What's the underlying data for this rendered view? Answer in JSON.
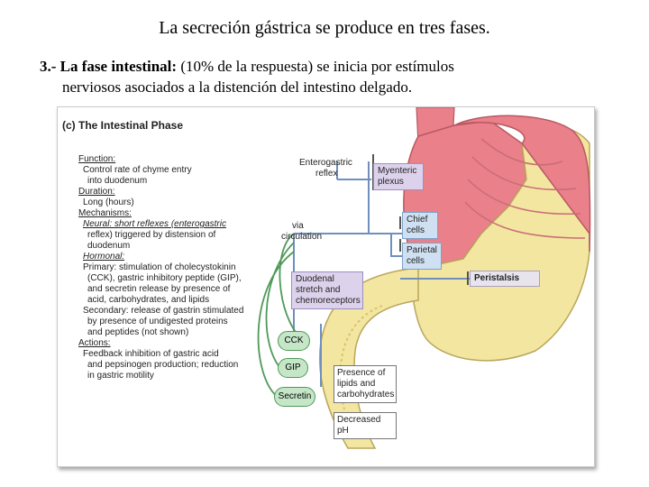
{
  "slide": {
    "title": "La secreción gástrica se produce en tres fases.",
    "point_number": "3.-",
    "point_bold": "La fase intestinal:",
    "point_line1": "(10% de la respuesta) se inicia por estímulos",
    "point_line2": "nerviosos asociados a la distención del intestino delgado."
  },
  "figure": {
    "heading": "(c) The Intestinal Phase",
    "left_text": [
      {
        "text": "Function:",
        "style": "und",
        "indent": 0
      },
      {
        "text": "Control rate of chyme entry",
        "style": "",
        "indent": 1
      },
      {
        "text": "into duodenum",
        "style": "",
        "indent": 2
      },
      {
        "text": "Duration:",
        "style": "und",
        "indent": 0
      },
      {
        "text": "Long (hours)",
        "style": "",
        "indent": 1
      },
      {
        "text": "Mechanisms:",
        "style": "und",
        "indent": 0
      },
      {
        "text": "Neural: short reflexes (enterogastric",
        "style": "ital",
        "indent": 1
      },
      {
        "text": "reflex) triggered by distension of",
        "style": "",
        "indent": 2
      },
      {
        "text": "duodenum",
        "style": "",
        "indent": 2
      },
      {
        "text": "Hormonal:",
        "style": "ital",
        "indent": 1
      },
      {
        "text": "Primary: stimulation of cholecystokinin",
        "style": "",
        "indent": 1
      },
      {
        "text": "(CCK), gastric inhibitory peptide (GIP),",
        "style": "",
        "indent": 2
      },
      {
        "text": "and secretin release by presence of",
        "style": "",
        "indent": 2
      },
      {
        "text": "acid, carbohydrates, and lipids",
        "style": "",
        "indent": 2
      },
      {
        "text": "Secondary: release of gastrin stimulated",
        "style": "",
        "indent": 1
      },
      {
        "text": "by presence of undigested proteins",
        "style": "",
        "indent": 2
      },
      {
        "text": "and peptides (not shown)",
        "style": "",
        "indent": 2
      },
      {
        "text": "Actions:",
        "style": "und",
        "indent": 0
      },
      {
        "text": "Feedback inhibition of gastric acid",
        "style": "",
        "indent": 1
      },
      {
        "text": "and pepsinogen production; reduction",
        "style": "",
        "indent": 2
      },
      {
        "text": "in gastric motility",
        "style": "",
        "indent": 2
      }
    ],
    "enterogastric_line1": "Enterogastric",
    "enterogastric_line2": "reflex",
    "myenteric_line1": "Myenteric",
    "myenteric_line2": "plexus",
    "chief_line1": "Chief",
    "chief_line2": "cells",
    "parietal_line1": "Parietal",
    "parietal_line2": "cells",
    "peristalsis": "Peristalsis",
    "via_line1": "via",
    "via_line2": "circulation",
    "duodenal_line1": "Duodenal",
    "duodenal_line2": "stretch and",
    "duodenal_line3": "chemoreceptors",
    "cck": "CCK",
    "gip": "GIP",
    "secretin": "Secretin",
    "presence_line1": "Presence of",
    "presence_line2": "lipids and",
    "presence_line3": "carbohydrates",
    "decreased_ph": "Decreased pH",
    "colors": {
      "stomach": "#e9808a",
      "duodenum": "#f3e6a0",
      "pathway": "#6f8fbf",
      "hormone": "#4f9a59"
    }
  }
}
